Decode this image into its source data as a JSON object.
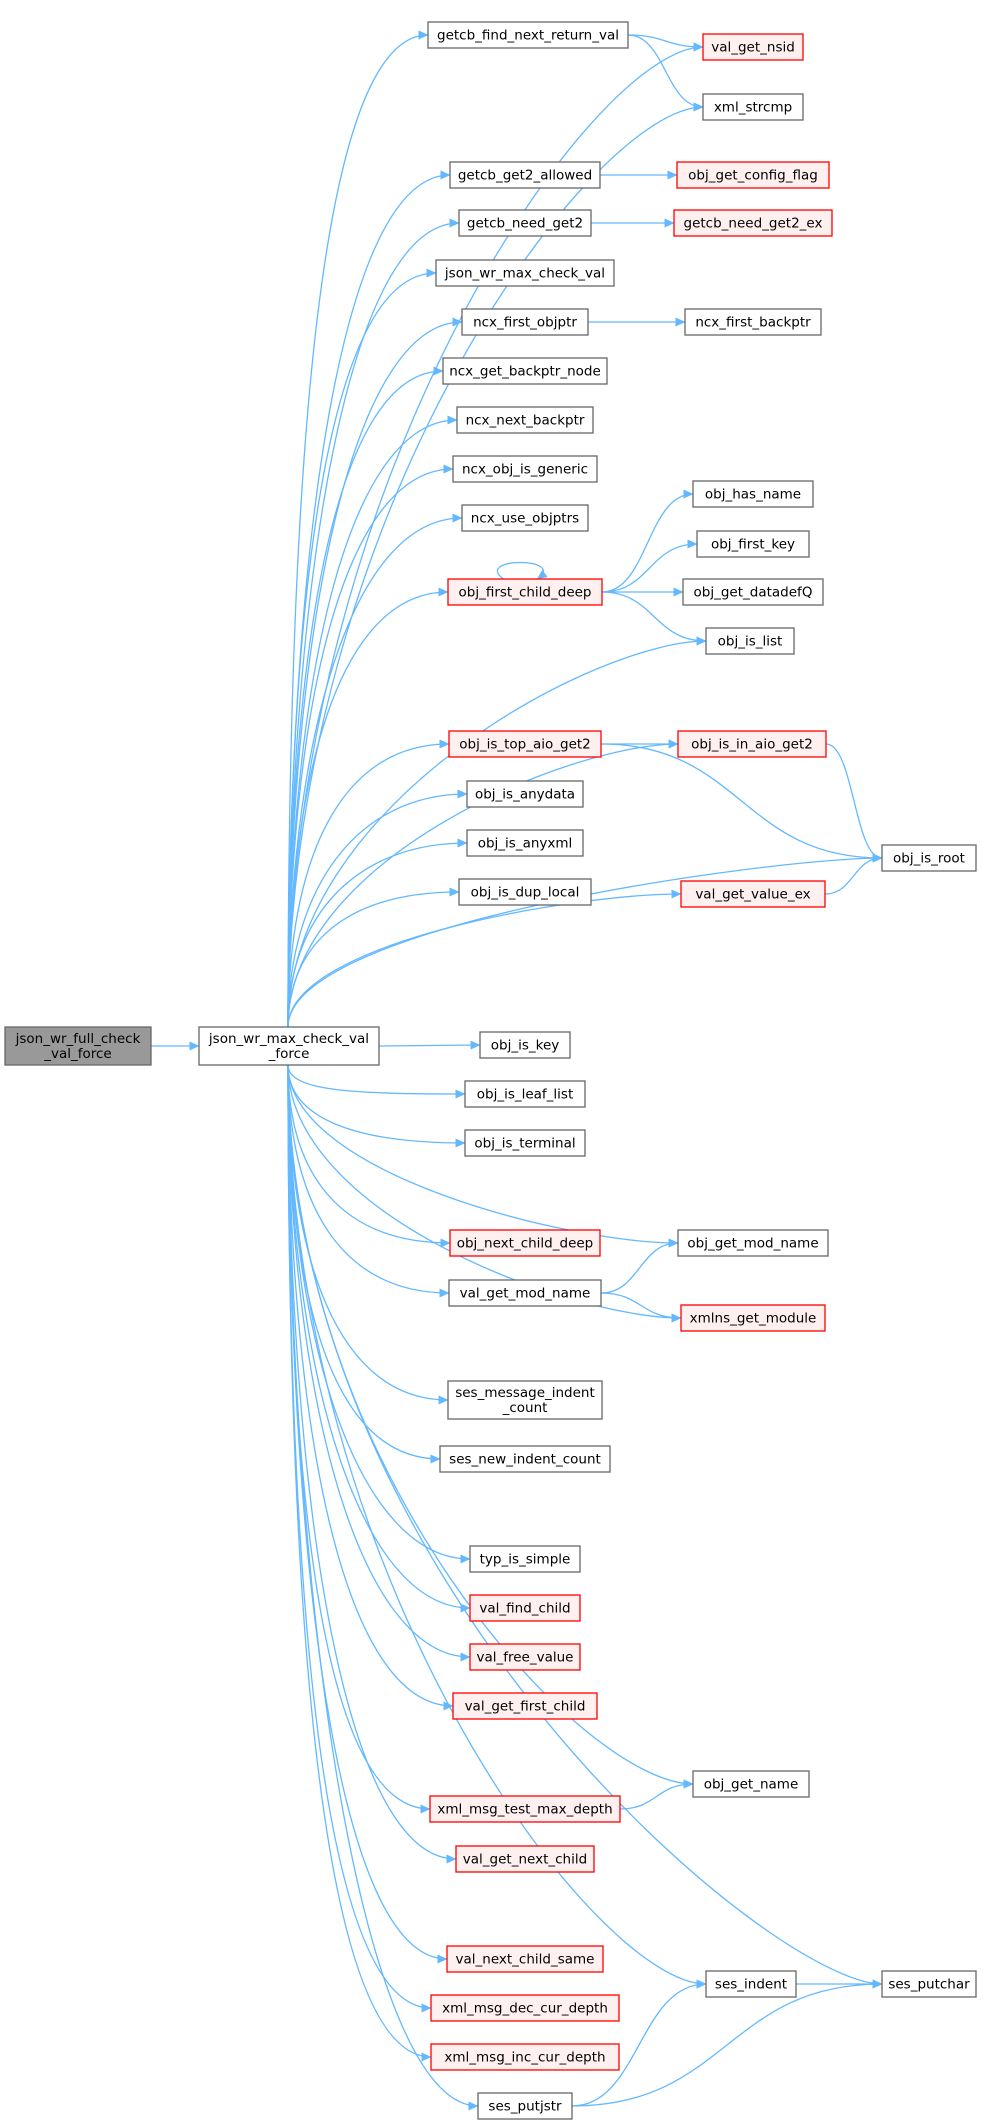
{
  "colors": {
    "edge": "#63b8ff",
    "root_fill": "#999999",
    "normal_stroke": "#666666",
    "normal_fill": "#ffffff",
    "truncated_stroke": "#ff0000",
    "truncated_fill": "#fff0f0"
  },
  "nodes": [
    {
      "id": "root",
      "lines": [
        "json_wr_full_check",
        "_val_force"
      ],
      "style": "root"
    },
    {
      "id": "main",
      "lines": [
        "json_wr_max_check_val",
        "_force"
      ],
      "style": "normal"
    },
    {
      "id": "getcb_find_next_return_val",
      "lines": [
        "getcb_find_next_return_val"
      ],
      "style": "normal"
    },
    {
      "id": "val_get_nsid",
      "lines": [
        "val_get_nsid"
      ],
      "style": "truncated"
    },
    {
      "id": "xml_strcmp",
      "lines": [
        "xml_strcmp"
      ],
      "style": "normal"
    },
    {
      "id": "getcb_get2_allowed",
      "lines": [
        "getcb_get2_allowed"
      ],
      "style": "normal"
    },
    {
      "id": "obj_get_config_flag",
      "lines": [
        "obj_get_config_flag"
      ],
      "style": "truncated"
    },
    {
      "id": "getcb_need_get2",
      "lines": [
        "getcb_need_get2"
      ],
      "style": "normal"
    },
    {
      "id": "getcb_need_get2_ex",
      "lines": [
        "getcb_need_get2_ex"
      ],
      "style": "truncated"
    },
    {
      "id": "json_wr_max_check_val",
      "lines": [
        "json_wr_max_check_val"
      ],
      "style": "normal"
    },
    {
      "id": "ncx_first_objptr",
      "lines": [
        "ncx_first_objptr"
      ],
      "style": "normal"
    },
    {
      "id": "ncx_first_backptr",
      "lines": [
        "ncx_first_backptr"
      ],
      "style": "normal"
    },
    {
      "id": "ncx_get_backptr_node",
      "lines": [
        "ncx_get_backptr_node"
      ],
      "style": "normal"
    },
    {
      "id": "ncx_next_backptr",
      "lines": [
        "ncx_next_backptr"
      ],
      "style": "normal"
    },
    {
      "id": "ncx_obj_is_generic",
      "lines": [
        "ncx_obj_is_generic"
      ],
      "style": "normal"
    },
    {
      "id": "ncx_use_objptrs",
      "lines": [
        "ncx_use_objptrs"
      ],
      "style": "normal"
    },
    {
      "id": "obj_has_name",
      "lines": [
        "obj_has_name"
      ],
      "style": "normal"
    },
    {
      "id": "obj_first_key",
      "lines": [
        "obj_first_key"
      ],
      "style": "normal"
    },
    {
      "id": "obj_first_child_deep",
      "lines": [
        "obj_first_child_deep"
      ],
      "style": "truncated"
    },
    {
      "id": "obj_get_datadefQ",
      "lines": [
        "obj_get_datadefQ"
      ],
      "style": "normal"
    },
    {
      "id": "obj_is_list",
      "lines": [
        "obj_is_list"
      ],
      "style": "normal"
    },
    {
      "id": "obj_is_top_aio_get2",
      "lines": [
        "obj_is_top_aio_get2"
      ],
      "style": "truncated"
    },
    {
      "id": "obj_is_in_aio_get2",
      "lines": [
        "obj_is_in_aio_get2"
      ],
      "style": "truncated"
    },
    {
      "id": "obj_is_anydata",
      "lines": [
        "obj_is_anydata"
      ],
      "style": "normal"
    },
    {
      "id": "obj_is_anyxml",
      "lines": [
        "obj_is_anyxml"
      ],
      "style": "normal"
    },
    {
      "id": "obj_is_root",
      "lines": [
        "obj_is_root"
      ],
      "style": "normal"
    },
    {
      "id": "obj_is_dup_local",
      "lines": [
        "obj_is_dup_local"
      ],
      "style": "normal"
    },
    {
      "id": "val_get_value_ex",
      "lines": [
        "val_get_value_ex"
      ],
      "style": "truncated"
    },
    {
      "id": "obj_is_key",
      "lines": [
        "obj_is_key"
      ],
      "style": "normal"
    },
    {
      "id": "obj_is_leaf_list",
      "lines": [
        "obj_is_leaf_list"
      ],
      "style": "normal"
    },
    {
      "id": "obj_is_terminal",
      "lines": [
        "obj_is_terminal"
      ],
      "style": "normal"
    },
    {
      "id": "obj_next_child_deep",
      "lines": [
        "obj_next_child_deep"
      ],
      "style": "truncated"
    },
    {
      "id": "obj_get_mod_name",
      "lines": [
        "obj_get_mod_name"
      ],
      "style": "normal"
    },
    {
      "id": "val_get_mod_name",
      "lines": [
        "val_get_mod_name"
      ],
      "style": "normal"
    },
    {
      "id": "xmlns_get_module",
      "lines": [
        "xmlns_get_module"
      ],
      "style": "truncated"
    },
    {
      "id": "ses_message_indent_count",
      "lines": [
        "ses_message_indent",
        "_count"
      ],
      "style": "normal"
    },
    {
      "id": "ses_new_indent_count",
      "lines": [
        "ses_new_indent_count"
      ],
      "style": "normal"
    },
    {
      "id": "typ_is_simple",
      "lines": [
        "typ_is_simple"
      ],
      "style": "normal"
    },
    {
      "id": "val_find_child",
      "lines": [
        "val_find_child"
      ],
      "style": "truncated"
    },
    {
      "id": "val_free_value",
      "lines": [
        "val_free_value"
      ],
      "style": "truncated"
    },
    {
      "id": "val_get_first_child",
      "lines": [
        "val_get_first_child"
      ],
      "style": "truncated"
    },
    {
      "id": "obj_get_name",
      "lines": [
        "obj_get_name"
      ],
      "style": "normal"
    },
    {
      "id": "xml_msg_test_max_depth",
      "lines": [
        "xml_msg_test_max_depth"
      ],
      "style": "truncated"
    },
    {
      "id": "val_get_next_child",
      "lines": [
        "val_get_next_child"
      ],
      "style": "truncated"
    },
    {
      "id": "val_next_child_same",
      "lines": [
        "val_next_child_same"
      ],
      "style": "truncated"
    },
    {
      "id": "ses_indent",
      "lines": [
        "ses_indent"
      ],
      "style": "normal"
    },
    {
      "id": "ses_putchar",
      "lines": [
        "ses_putchar"
      ],
      "style": "normal"
    },
    {
      "id": "xml_msg_dec_cur_depth",
      "lines": [
        "xml_msg_dec_cur_depth"
      ],
      "style": "truncated"
    },
    {
      "id": "xml_msg_inc_cur_depth",
      "lines": [
        "xml_msg_inc_cur_depth"
      ],
      "style": "truncated"
    },
    {
      "id": "ses_putjstr",
      "lines": [
        "ses_putjstr"
      ],
      "style": "normal"
    }
  ],
  "edges": [
    [
      "root",
      "main"
    ],
    [
      "main",
      "getcb_find_next_return_val"
    ],
    [
      "main",
      "val_get_nsid"
    ],
    [
      "main",
      "xml_strcmp"
    ],
    [
      "getcb_find_next_return_val",
      "val_get_nsid"
    ],
    [
      "getcb_find_next_return_val",
      "xml_strcmp"
    ],
    [
      "main",
      "getcb_get2_allowed"
    ],
    [
      "getcb_get2_allowed",
      "obj_get_config_flag"
    ],
    [
      "main",
      "getcb_need_get2"
    ],
    [
      "getcb_need_get2",
      "getcb_need_get2_ex"
    ],
    [
      "main",
      "json_wr_max_check_val"
    ],
    [
      "main",
      "ncx_first_objptr"
    ],
    [
      "ncx_first_objptr",
      "ncx_first_backptr"
    ],
    [
      "main",
      "ncx_get_backptr_node"
    ],
    [
      "main",
      "ncx_next_backptr"
    ],
    [
      "main",
      "ncx_obj_is_generic"
    ],
    [
      "main",
      "ncx_use_objptrs"
    ],
    [
      "main",
      "obj_first_child_deep"
    ],
    [
      "obj_first_child_deep",
      "obj_first_child_deep"
    ],
    [
      "obj_first_child_deep",
      "obj_has_name"
    ],
    [
      "obj_first_child_deep",
      "obj_first_key"
    ],
    [
      "obj_first_child_deep",
      "obj_get_datadefQ"
    ],
    [
      "obj_first_child_deep",
      "obj_is_list"
    ],
    [
      "main",
      "obj_is_list"
    ],
    [
      "main",
      "obj_is_in_aio_get2"
    ],
    [
      "main",
      "obj_is_top_aio_get2"
    ],
    [
      "obj_is_top_aio_get2",
      "obj_is_in_aio_get2"
    ],
    [
      "obj_is_top_aio_get2",
      "obj_is_root"
    ],
    [
      "obj_is_in_aio_get2",
      "obj_is_root"
    ],
    [
      "main",
      "obj_is_anydata"
    ],
    [
      "main",
      "obj_is_anyxml"
    ],
    [
      "main",
      "obj_is_dup_local"
    ],
    [
      "main",
      "val_get_value_ex"
    ],
    [
      "val_get_value_ex",
      "obj_is_root"
    ],
    [
      "main",
      "obj_is_root"
    ],
    [
      "main",
      "obj_is_key"
    ],
    [
      "main",
      "obj_is_leaf_list"
    ],
    [
      "main",
      "obj_is_terminal"
    ],
    [
      "main",
      "obj_get_mod_name"
    ],
    [
      "main",
      "obj_next_child_deep"
    ],
    [
      "main",
      "val_get_mod_name"
    ],
    [
      "val_get_mod_name",
      "obj_get_mod_name"
    ],
    [
      "val_get_mod_name",
      "xmlns_get_module"
    ],
    [
      "main",
      "xmlns_get_module"
    ],
    [
      "main",
      "ses_message_indent_count"
    ],
    [
      "main",
      "ses_new_indent_count"
    ],
    [
      "main",
      "ses_putchar"
    ],
    [
      "main",
      "typ_is_simple"
    ],
    [
      "main",
      "val_find_child"
    ],
    [
      "main",
      "val_free_value"
    ],
    [
      "main",
      "val_get_first_child"
    ],
    [
      "main",
      "obj_get_name"
    ],
    [
      "main",
      "xml_msg_test_max_depth"
    ],
    [
      "xml_msg_test_max_depth",
      "obj_get_name"
    ],
    [
      "main",
      "val_get_next_child"
    ],
    [
      "main",
      "ses_indent"
    ],
    [
      "ses_indent",
      "ses_putchar"
    ],
    [
      "main",
      "val_next_child_same"
    ],
    [
      "main",
      "xml_msg_dec_cur_depth"
    ],
    [
      "main",
      "xml_msg_inc_cur_depth"
    ],
    [
      "main",
      "ses_putjstr"
    ],
    [
      "ses_putjstr",
      "ses_indent"
    ],
    [
      "ses_putjstr",
      "ses_putchar"
    ]
  ]
}
